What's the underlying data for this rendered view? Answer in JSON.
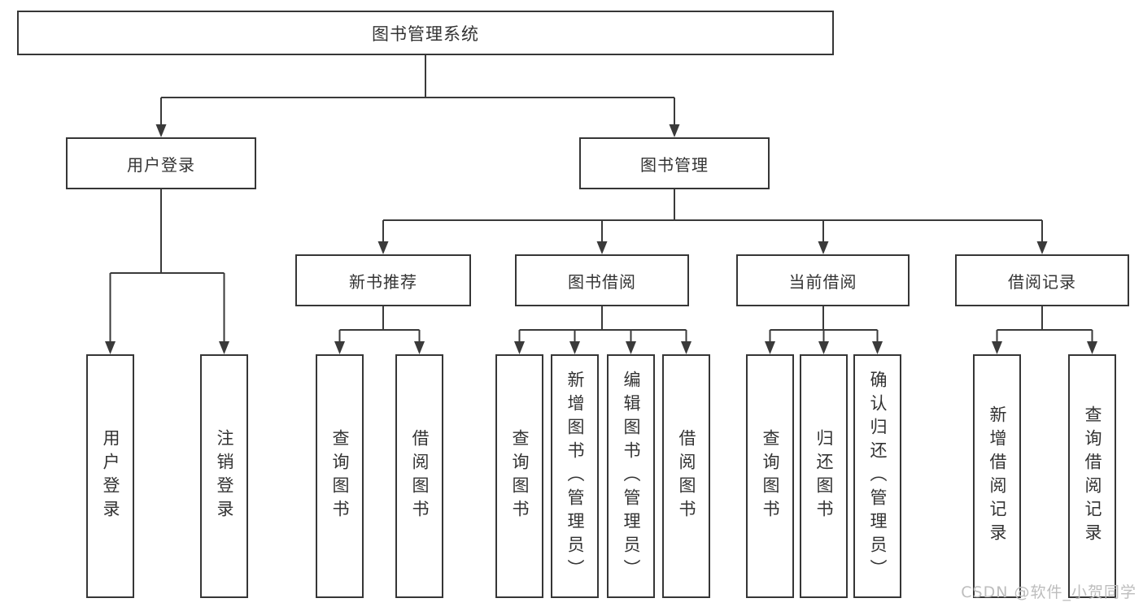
{
  "tree": {
    "root": {
      "label": "图书管理系统",
      "children": [
        {
          "label": "用户登录",
          "children": [
            {
              "label": "用户登录"
            },
            {
              "label": "注销登录"
            }
          ]
        },
        {
          "label": "图书管理",
          "children": [
            {
              "label": "新书推荐",
              "children": [
                {
                  "label": "查询图书"
                },
                {
                  "label": "借阅图书"
                }
              ]
            },
            {
              "label": "图书借阅",
              "children": [
                {
                  "label": "查询图书"
                },
                {
                  "label": "新增图书（管理员）"
                },
                {
                  "label": "编辑图书（管理员）"
                },
                {
                  "label": "借阅图书"
                }
              ]
            },
            {
              "label": "当前借阅",
              "children": [
                {
                  "label": "查询图书"
                },
                {
                  "label": "归还图书"
                },
                {
                  "label": "确认归还（管理员）"
                }
              ]
            },
            {
              "label": "借阅记录",
              "children": [
                {
                  "label": "新增借阅记录"
                },
                {
                  "label": "查询借阅记录"
                }
              ]
            }
          ]
        }
      ]
    }
  },
  "watermark": {
    "text": "CSDN @软件_小贺同学"
  },
  "colors": {
    "line": "#3a3a3a",
    "border": "#363636",
    "text": "#333333",
    "watermark": "#bdbdbd",
    "background": "#ffffff"
  }
}
